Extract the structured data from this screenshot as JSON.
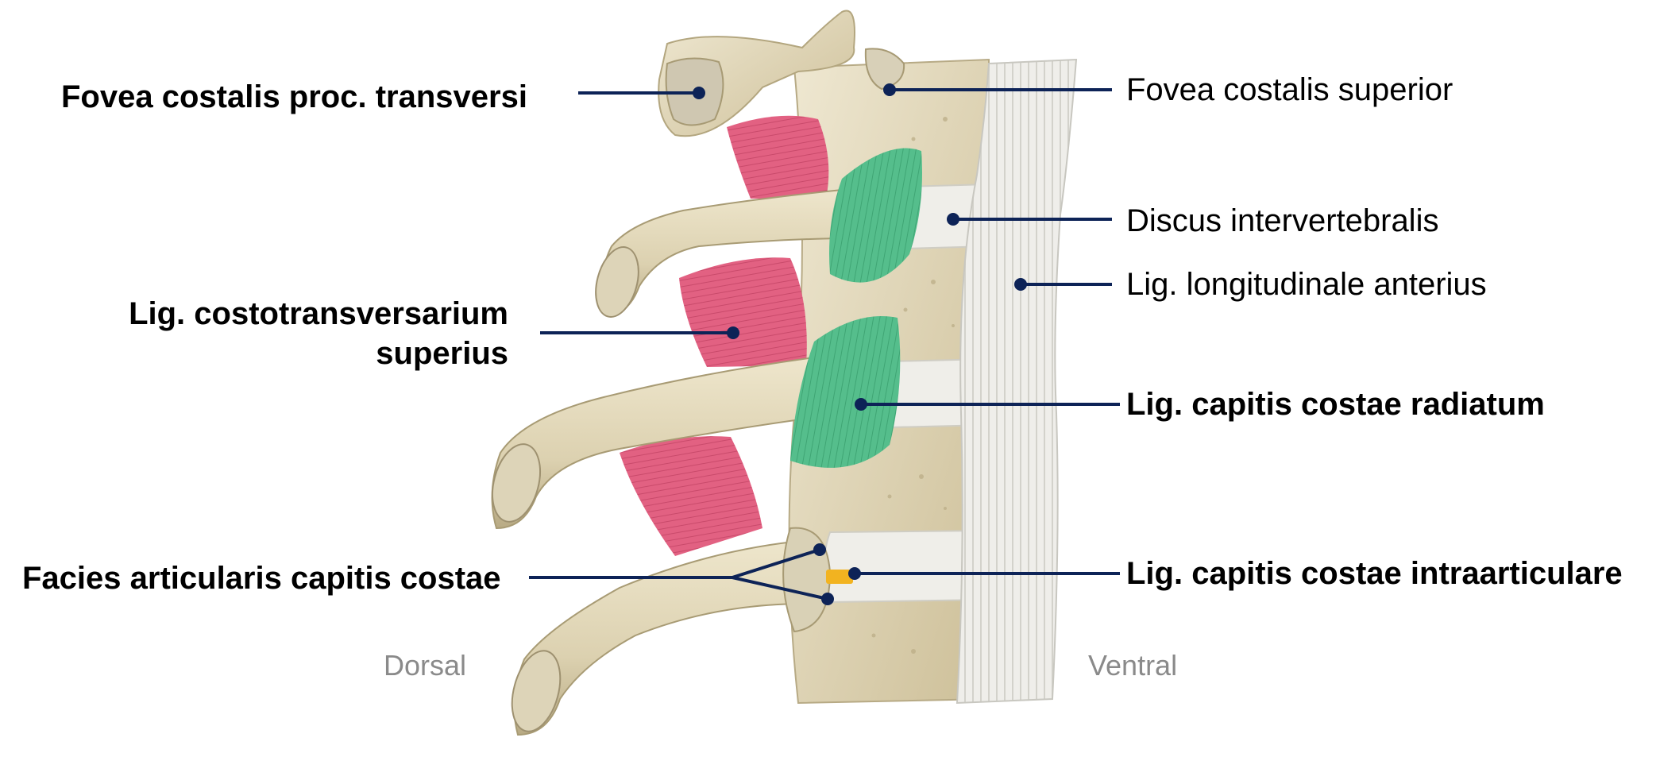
{
  "labels": {
    "fovea_proc_transversi": "Fovea costalis proc. transversi",
    "lig_costotransversarium_line1": "Lig. costotransversarium",
    "lig_costotransversarium_line2": "superius",
    "facies_articularis": "Facies articularis capitis costae",
    "fovea_superior": "Fovea costalis superior",
    "discus": "Discus intervertebralis",
    "lig_longitudinale": "Lig. longitudinale anterius",
    "lig_radiatum": "Lig. capitis costae radiatum",
    "lig_intraarticulare": "Lig. capitis costae intraarticulare",
    "dorsal": "Dorsal",
    "ventral": "Ventral"
  },
  "colors": {
    "bone": "#e4dcc2",
    "bone_shadow": "#c9bd98",
    "ligament_pink": "#e0607e",
    "ligament_green": "#52bb8a",
    "ligament_white": "#ecebe6",
    "disc": "#f0efea",
    "intraarticular": "#f2b320",
    "pointer": "#0d2357"
  }
}
